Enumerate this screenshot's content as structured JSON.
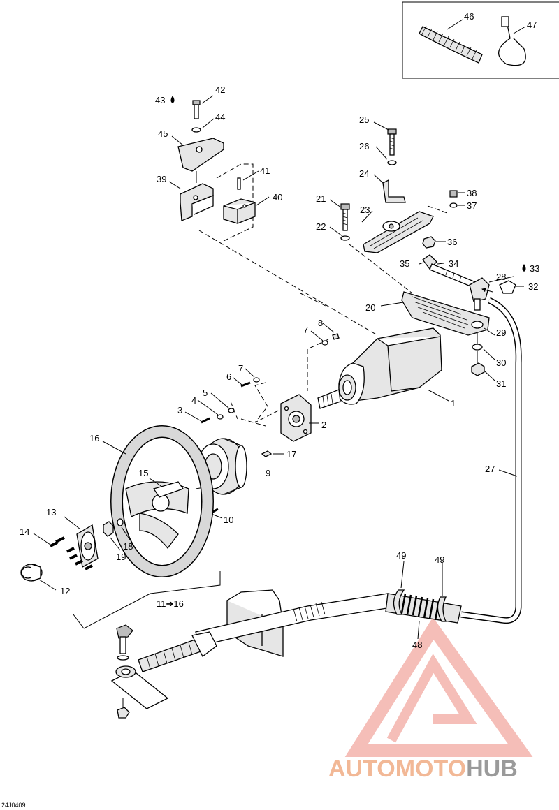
{
  "drawing_code": "24J0409",
  "watermark": {
    "part1": "AUTO",
    "part2": "MOTO",
    "part3": "HUB"
  },
  "labels": [
    {
      "id": "1",
      "text": "1"
    },
    {
      "id": "2",
      "text": "2"
    },
    {
      "id": "3",
      "text": "3"
    },
    {
      "id": "4",
      "text": "4"
    },
    {
      "id": "5",
      "text": "5"
    },
    {
      "id": "6",
      "text": "6"
    },
    {
      "id": "7a",
      "text": "7"
    },
    {
      "id": "7b",
      "text": "7"
    },
    {
      "id": "8",
      "text": "8"
    },
    {
      "id": "9",
      "text": "9"
    },
    {
      "id": "10",
      "text": "10"
    },
    {
      "id": "11to16",
      "text": "11➔16"
    },
    {
      "id": "12",
      "text": "12"
    },
    {
      "id": "13",
      "text": "13"
    },
    {
      "id": "14",
      "text": "14"
    },
    {
      "id": "15",
      "text": "15"
    },
    {
      "id": "16",
      "text": "16"
    },
    {
      "id": "17",
      "text": "17"
    },
    {
      "id": "18",
      "text": "18"
    },
    {
      "id": "19",
      "text": "19"
    },
    {
      "id": "20",
      "text": "20"
    },
    {
      "id": "21",
      "text": "21"
    },
    {
      "id": "22",
      "text": "22"
    },
    {
      "id": "23",
      "text": "23"
    },
    {
      "id": "24",
      "text": "24"
    },
    {
      "id": "25",
      "text": "25"
    },
    {
      "id": "26",
      "text": "26"
    },
    {
      "id": "27",
      "text": "27"
    },
    {
      "id": "28",
      "text": "28"
    },
    {
      "id": "29",
      "text": "29"
    },
    {
      "id": "30",
      "text": "30"
    },
    {
      "id": "31",
      "text": "31"
    },
    {
      "id": "32",
      "text": "32"
    },
    {
      "id": "33",
      "text": "33"
    },
    {
      "id": "34",
      "text": "34"
    },
    {
      "id": "35",
      "text": "35"
    },
    {
      "id": "36",
      "text": "36"
    },
    {
      "id": "37",
      "text": "37"
    },
    {
      "id": "38",
      "text": "38"
    },
    {
      "id": "39",
      "text": "39"
    },
    {
      "id": "40",
      "text": "40"
    },
    {
      "id": "41",
      "text": "41"
    },
    {
      "id": "42",
      "text": "42"
    },
    {
      "id": "43",
      "text": "43"
    },
    {
      "id": "44",
      "text": "44"
    },
    {
      "id": "45",
      "text": "45"
    },
    {
      "id": "46",
      "text": "46"
    },
    {
      "id": "47",
      "text": "47"
    },
    {
      "id": "48",
      "text": "48"
    },
    {
      "id": "49a",
      "text": "49"
    },
    {
      "id": "49b",
      "text": "49"
    }
  ]
}
